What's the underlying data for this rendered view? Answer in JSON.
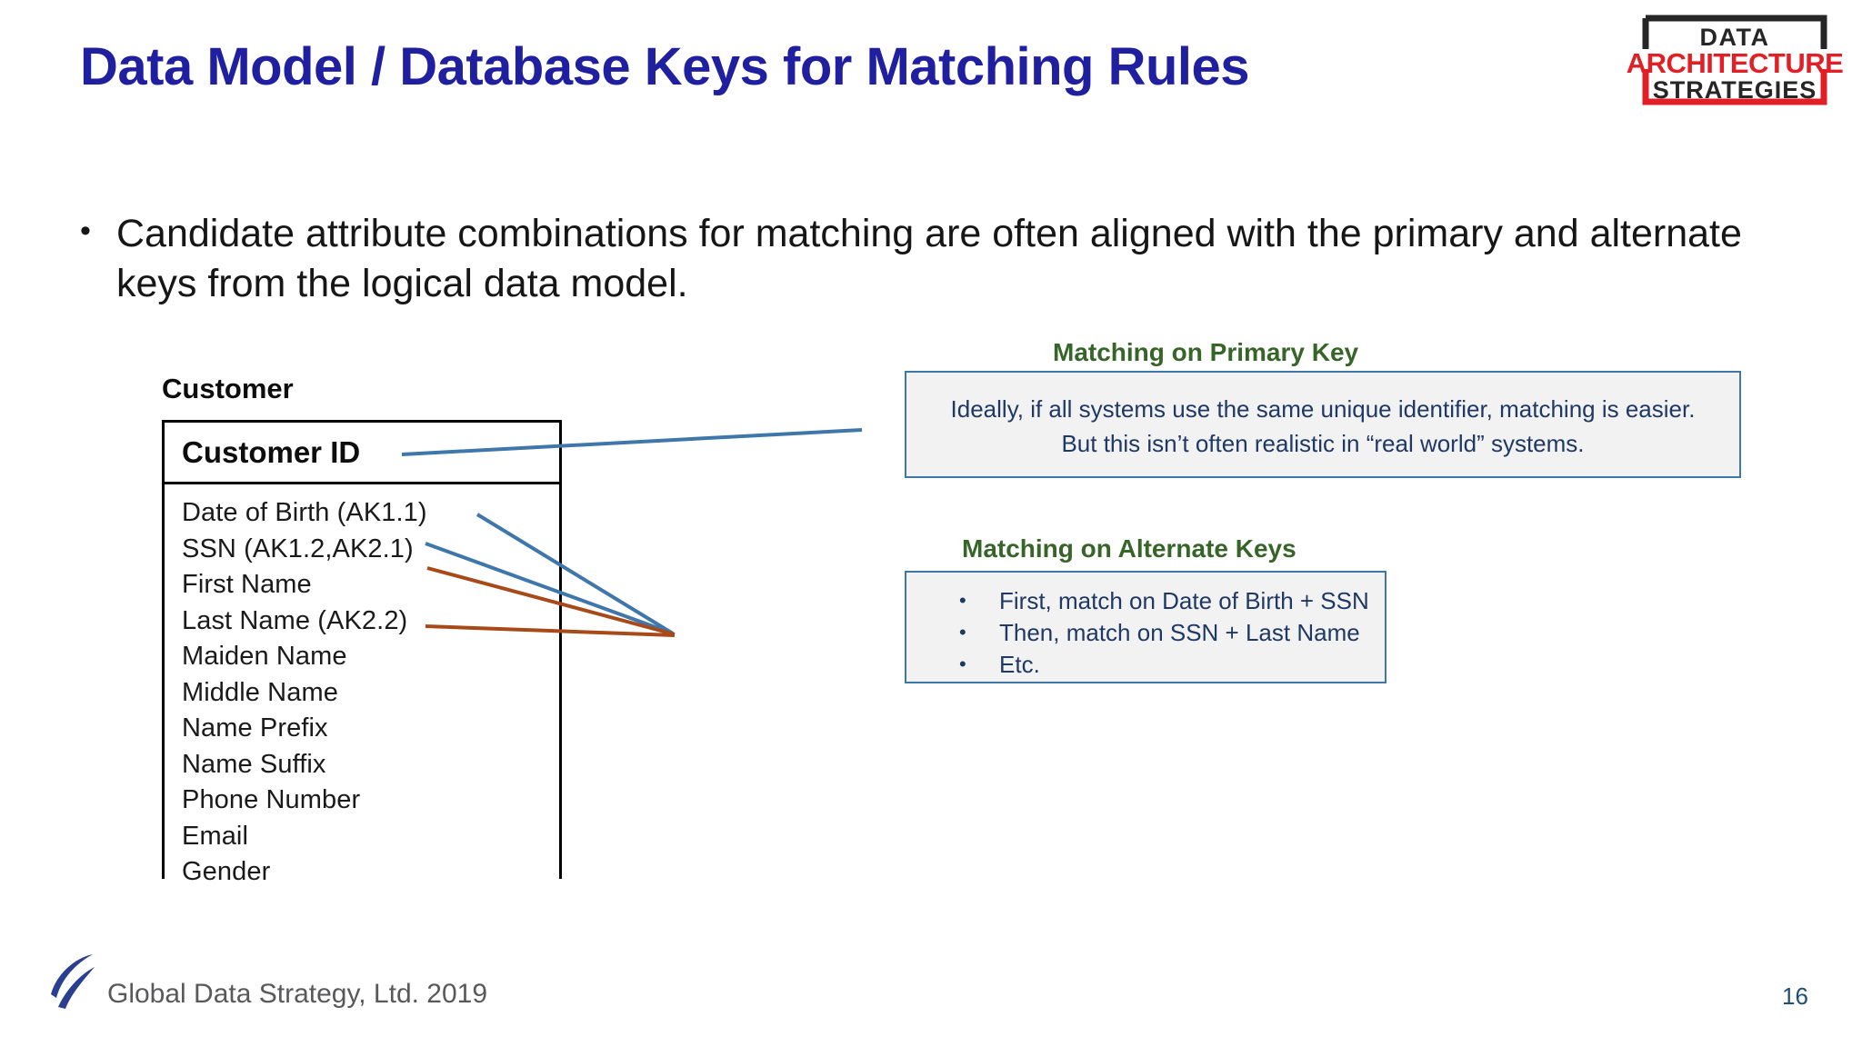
{
  "slide": {
    "title": "Data Model / Database Keys for Matching Rules",
    "page_number": "16",
    "title_color": "#1f1fa0"
  },
  "brand_logo": {
    "line1": "DATA",
    "line2": "ARCHITECTURE",
    "line3": "STRATEGIES",
    "dark_color": "#262626",
    "red_color": "#e01f26"
  },
  "bullets": [
    {
      "marker": "•",
      "text": "Candidate attribute combinations for matching are often aligned with the primary and alternate keys from the logical data model."
    }
  ],
  "entity": {
    "name": "Customer",
    "primary_key": "Customer ID",
    "attributes": [
      "Date of Birth (AK1.1)",
      "SSN (AK1.2,AK2.1)",
      "First Name",
      "Last Name (AK2.2)",
      "Maiden Name",
      "Middle Name",
      "Name Prefix",
      "Name Suffix",
      "Phone Number",
      "Email",
      "Gender"
    ]
  },
  "callouts": {
    "primary_key": {
      "heading": "Matching on Primary Key",
      "heading_color": "#376428",
      "lines": [
        "Ideally, if all systems use the same unique identifier, matching is easier.",
        "But this isn’t often realistic in “real world” systems."
      ]
    },
    "alternate_keys": {
      "heading": "Matching on Alternate Keys",
      "heading_color": "#376428",
      "items": [
        "First, match on Date of Birth + SSN",
        "Then, match on SSN + Last Name",
        "Etc."
      ]
    }
  },
  "connectors": {
    "blue_color": "#3f77ab",
    "brown_color": "#a8491a"
  },
  "footer": {
    "text": "Global Data Strategy, Ltd. 2019",
    "logo_color": "#2a3f8f"
  }
}
